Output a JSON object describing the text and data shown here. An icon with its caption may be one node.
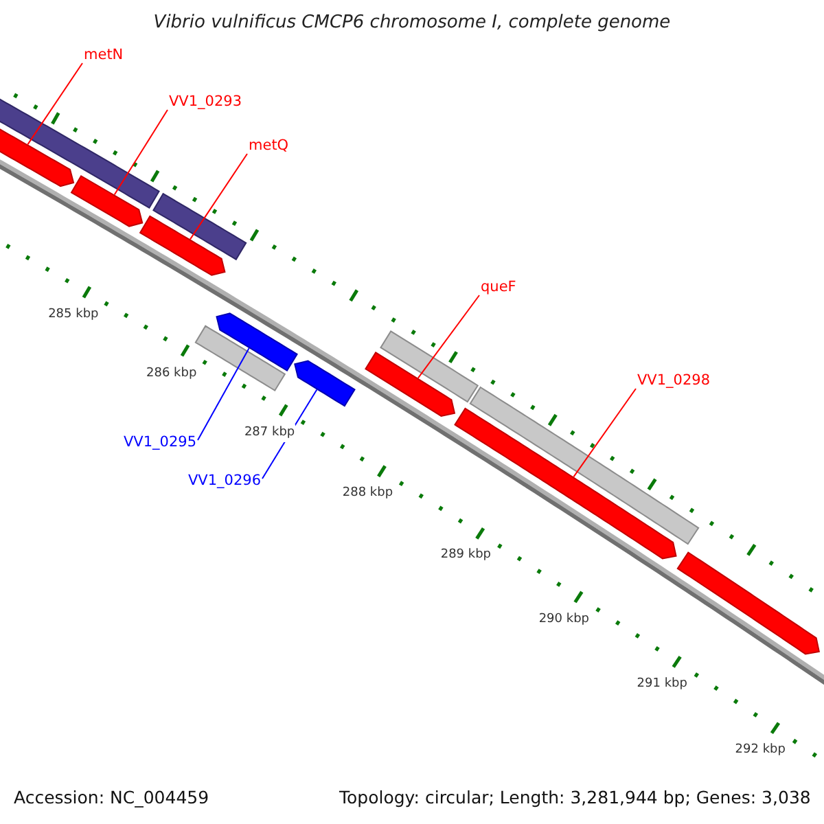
{
  "diagram": {
    "title": "Vibrio vulnificus CMCP6 chromosome I, complete genome",
    "nodes": [
      {
        "text": [
          "metN"
        ]
      },
      {
        "text": [
          "VV1_0293"
        ]
      },
      {
        "text": [
          "metQ"
        ]
      },
      {
        "text": [
          "queF"
        ]
      },
      {
        "text": [
          "VV1_0298"
        ]
      },
      {
        "text": [
          "VV1_0295"
        ]
      },
      {
        "text": [
          "VV1_0296"
        ]
      },
      {
        "text": [],
        "shape": "bar"
      },
      {
        "text": [],
        "shape": "bar"
      },
      {
        "text": [],
        "shape": "arrow"
      },
      {
        "text": [],
        "shape": "arrow"
      },
      {
        "text": [],
        "shape": "arrow"
      },
      {
        "text": [],
        "shape": "bar"
      },
      {
        "text": [],
        "shape": "arrow"
      },
      {
        "text": [],
        "shape": "arrow"
      },
      {
        "text": [],
        "shape": "bar"
      },
      {
        "text": [],
        "shape": "bar"
      },
      {
        "text": [],
        "shape": "arrow"
      },
      {
        "text": [],
        "shape": "arrow"
      },
      {
        "text": [],
        "shape": "arrow"
      }
    ],
    "edges": [
      {
        "from": 0,
        "to": 9,
        "arrow": "none"
      },
      {
        "from": 1,
        "to": 10,
        "arrow": "none"
      },
      {
        "from": 2,
        "to": 11,
        "arrow": "none"
      },
      {
        "from": 3,
        "to": 17,
        "arrow": "none"
      },
      {
        "from": 4,
        "to": 18,
        "arrow": "none"
      },
      {
        "from": 5,
        "to": 13,
        "arrow": "none",
        "color": "#0000ff"
      },
      {
        "from": 6,
        "to": 14,
        "arrow": "none",
        "color": "#0000ff"
      }
    ],
    "labels": [
      "285 kbp",
      "286 kbp",
      "287 kbp",
      "288 kbp",
      "289 kbp",
      "290 kbp",
      "291 kbp",
      "292 kbp",
      "Accession: NC_004459",
      "Topology: circular; Length: 3,281,944 bp; Genes: 3,038"
    ]
  }
}
